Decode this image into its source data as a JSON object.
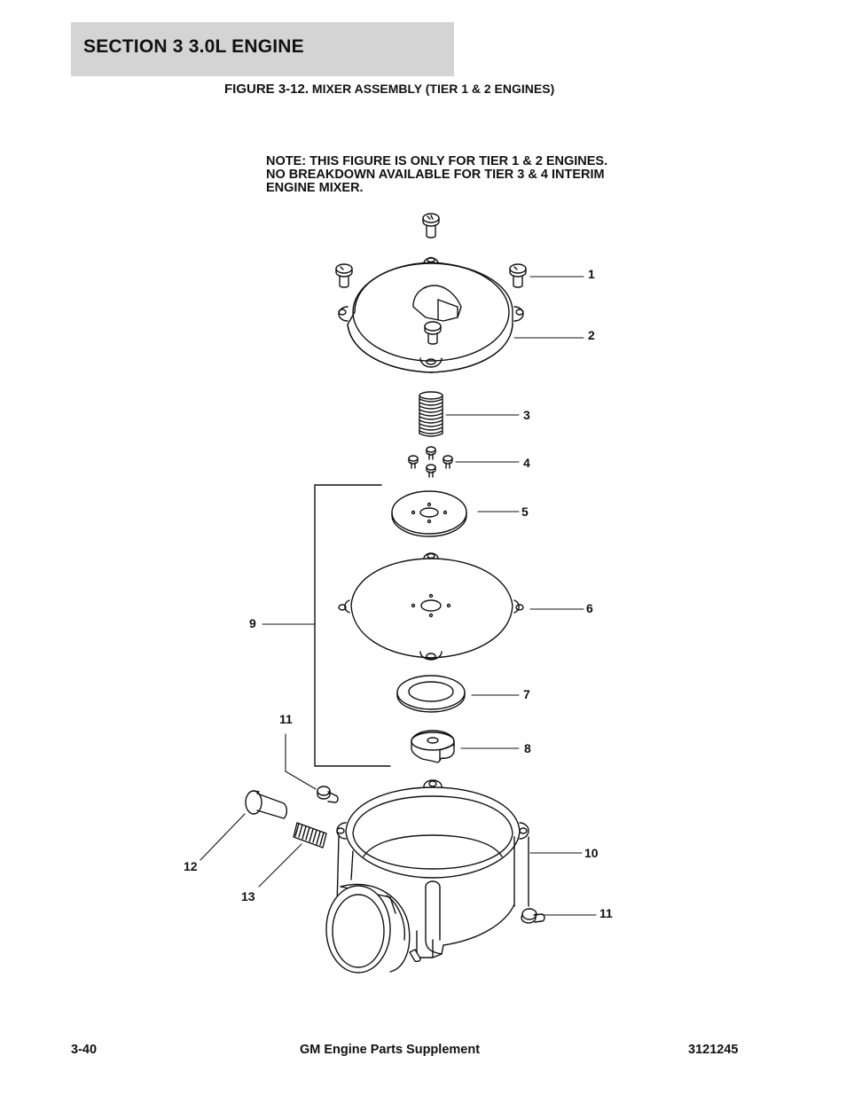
{
  "header": {
    "section": "SECTION 3   3.0L ENGINE"
  },
  "figure": {
    "label": "FIGURE 3-12.",
    "caption": "MIXER ASSEMBLY (TIER 1 & 2 ENGINES)"
  },
  "note": {
    "lines": [
      "NOTE:  THIS FIGURE IS ONLY FOR TIER 1 & 2 ENGINES.",
      "NO BREAKDOWN AVAILABLE FOR TIER 3 & 4 INTERIM",
      "ENGINE MIXER."
    ]
  },
  "callouts": {
    "c1": "1",
    "c2": "2",
    "c3": "3",
    "c4": "4",
    "c5": "5",
    "c6": "6",
    "c7": "7",
    "c8": "8",
    "c9": "9",
    "c10": "10",
    "c11a": "11",
    "c11b": "11",
    "c12": "12",
    "c13": "13"
  },
  "footer": {
    "page_number": "3-40",
    "document_title": "GM Engine Parts Supplement",
    "document_number": "3121245"
  }
}
